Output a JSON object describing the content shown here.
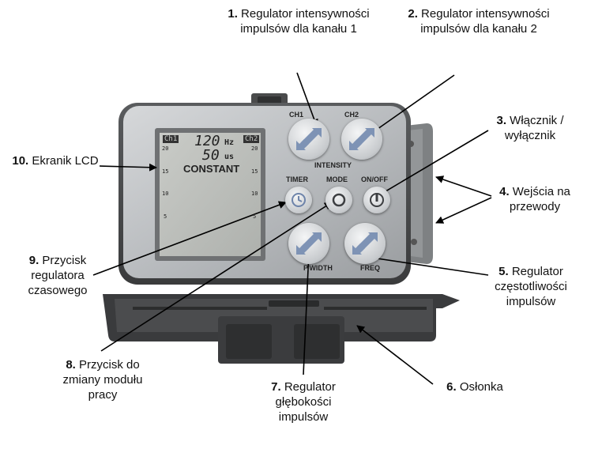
{
  "device": {
    "button_labels": {
      "ch1": "CH1",
      "ch2": "CH2",
      "intensity": "INTENSITY",
      "timer": "TIMER",
      "mode": "MODE",
      "onoff": "ON/OFF",
      "pwidth": "P.WIDTH",
      "freq": "FREQ"
    },
    "lcd": {
      "ch1_tag": "Ch1",
      "ch2_tag": "Ch2",
      "freq_value": "120",
      "freq_unit": "Hz",
      "width_value": "50",
      "width_unit": "us",
      "mode_text": "CONSTANT",
      "scale": [
        "20",
        "15",
        "10",
        "5"
      ]
    }
  },
  "callouts": [
    {
      "num": "1.",
      "text": "Regulator intensywności impulsów dla kanału 1"
    },
    {
      "num": "2.",
      "text": "Regulator intensywności impulsów dla kanału 2"
    },
    {
      "num": "3.",
      "text": "Włącznik / wyłącznik"
    },
    {
      "num": "4.",
      "text": "Wejścia na przewody"
    },
    {
      "num": "5.",
      "text": "Regulator częstotliwości impulsów"
    },
    {
      "num": "6.",
      "text": "Osłonka"
    },
    {
      "num": "7.",
      "text": "Regulator głębokości impulsów"
    },
    {
      "num": "8.",
      "text": "Przycisk do zmiany modułu pracy"
    },
    {
      "num": "9.",
      "text": "Przycisk regulatora czasowego"
    },
    {
      "num": "10.",
      "text": "Ekranik LCD"
    }
  ]
}
